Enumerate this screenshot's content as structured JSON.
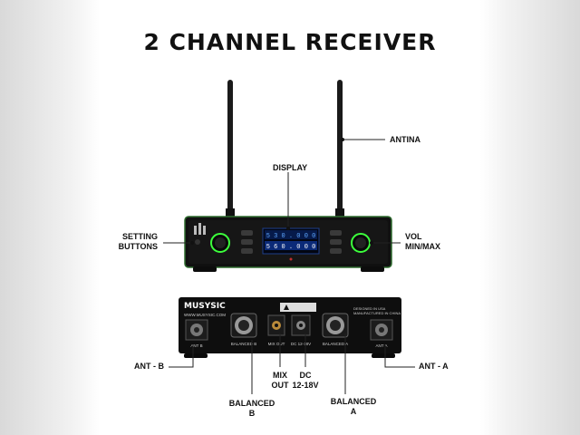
{
  "title": "2 CHANNEL RECEIVER",
  "labels": {
    "antina": "ANTINA",
    "display": "DISPLAY",
    "setting_1": "SETTING",
    "setting_2": "BUTTONS",
    "vol_1": "VOL",
    "vol_2": "MIN/MAX",
    "ant_b": "ANT - B",
    "ant_a": "ANT - A",
    "mix_1": "MIX",
    "mix_2": "OUT",
    "dc_1": "DC",
    "dc_2": "12-18V",
    "bal_b_1": "BALANCED",
    "bal_b_2": "B",
    "bal_a_1": "BALANCED",
    "bal_a_2": "A"
  },
  "front_panel": {
    "display_ch_a": "5 3 0 . 0 0 0",
    "display_ch_b": "5 6 0 . 0 0 0"
  },
  "rear_panel": {
    "brand": "MUSYSIC",
    "url": "WWW.MUSYSIC.COM",
    "design_1": "DESIGNED IN USA",
    "design_2": "MANUFACTURED IN CHINA",
    "port_ant_b": "ANT B",
    "port_bal_b": "BALANCED B",
    "port_mix": "MIX OUT",
    "port_dc": "DC 12-18V",
    "port_bal_a": "BALANCED A",
    "port_ant_a": "ANT A"
  },
  "colors": {
    "accent_green": "#3cff3c",
    "display_blue": "#2f7dff",
    "chassis": "#111111"
  },
  "icons": [
    "antenna",
    "volume-knob",
    "xlr-connector",
    "bnc-connector",
    "dc-jack",
    "audio-jack"
  ]
}
